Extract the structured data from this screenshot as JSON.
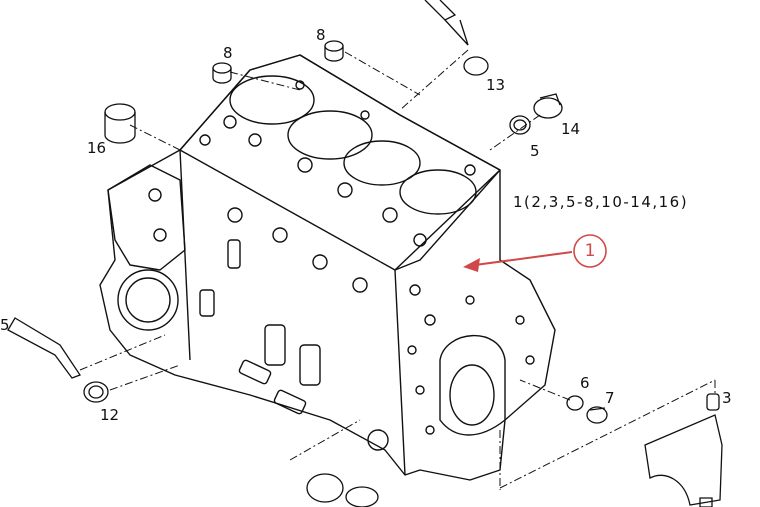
{
  "callouts": {
    "c1": "1",
    "c3": "3",
    "c5a": "5",
    "c5b": "5",
    "c6": "6",
    "c7": "7",
    "c8a": "8",
    "c8b": "8",
    "c12": "12",
    "c13": "13",
    "c14": "14",
    "c16": "16"
  },
  "assembly_note": "1(2,3,5-8,10-14,16)",
  "highlight": {
    "label": "1",
    "color": "#d04848"
  }
}
